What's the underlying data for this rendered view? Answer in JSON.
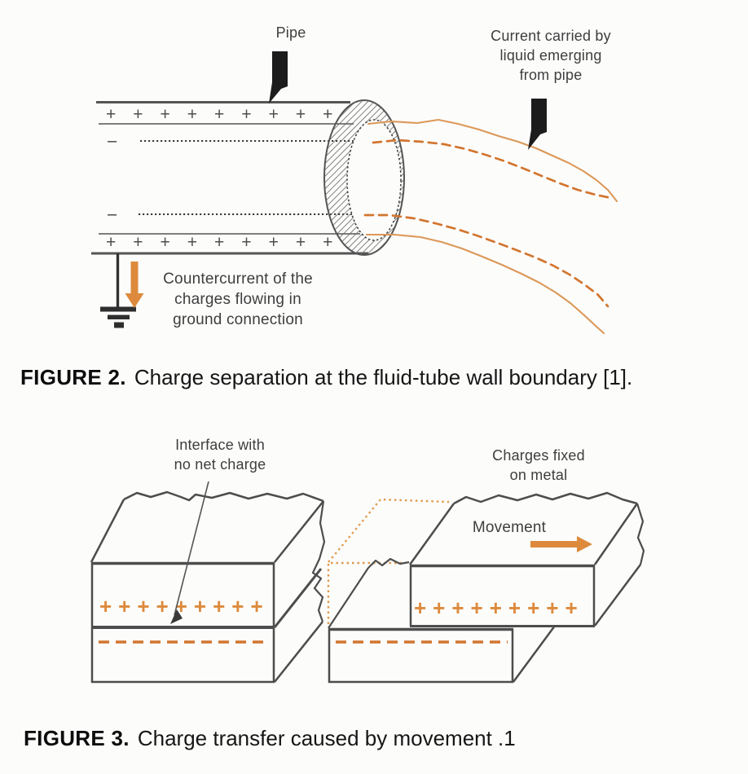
{
  "colors": {
    "line_dark": "#4d4d4d",
    "dotted_dark": "#3a3a3a",
    "orange_accent": "#dd8a3c",
    "orange_stream_solid": "#dc9858",
    "orange_stream_dash": "#d2752e",
    "black_pointer": "#1c1c1c"
  },
  "figure2": {
    "label_pipe": "Pipe",
    "label_current": "Current carried by\nliquid emerging\nfrom pipe",
    "label_countercurrent": "Countercurrent of the\ncharges flowing in\nground connection",
    "wall_charges_top": "+++++++++",
    "wall_charges_bottom": "+++++++++",
    "fluid_minus_top": "–",
    "fluid_minus_bottom": "–",
    "caption_tag": "FIGURE 2.",
    "caption_text": "Charge separation at the fluid-tube wall boundary [1]."
  },
  "figure3": {
    "label_interface": "Interface with\nno net charge",
    "label_charges_fixed": "Charges fixed\non metal",
    "label_movement": "Movement",
    "left_block_plus_charges": "+++++++++",
    "right_block_plus_charges": "+++++++++",
    "left_block_minus_dashes": "negative-charge-dashed-row",
    "right_block_minus_dashes": "negative-charge-dashed-row",
    "caption_tag": "FIGURE 3.",
    "caption_text": "Charge transfer caused by movement .1"
  }
}
